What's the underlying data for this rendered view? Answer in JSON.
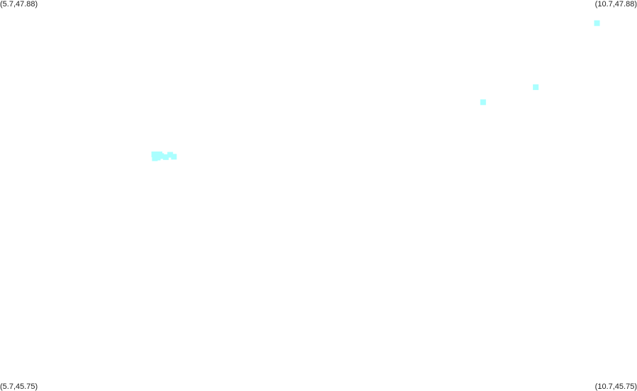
{
  "map": {
    "background_color": "#ffffff",
    "feature_color": "#aaffff",
    "bounds": {
      "lon_min": 5.7,
      "lon_max": 10.7,
      "lat_min": 45.75,
      "lat_max": 47.88
    },
    "corner_labels": {
      "top_left": "(5.7,47.88)",
      "top_right": "(10.7,47.88)",
      "bottom_left": "(5.7,45.75)",
      "bottom_right": "(10.7,45.75)"
    },
    "features": [
      {
        "lon": 10.386,
        "lat": 47.754
      },
      {
        "lon": 9.905,
        "lat": 47.405
      },
      {
        "lon": 9.492,
        "lat": 47.323
      },
      {
        "lon": 6.911,
        "lat": 47.039
      },
      {
        "lon": 6.952,
        "lat": 47.039
      },
      {
        "lon": 6.964,
        "lat": 47.03
      },
      {
        "lon": 6.938,
        "lat": 47.022
      },
      {
        "lon": 6.915,
        "lat": 47.018
      },
      {
        "lon": 7.002,
        "lat": 47.024
      },
      {
        "lon": 7.036,
        "lat": 47.037
      },
      {
        "lon": 7.065,
        "lat": 47.026
      }
    ]
  }
}
